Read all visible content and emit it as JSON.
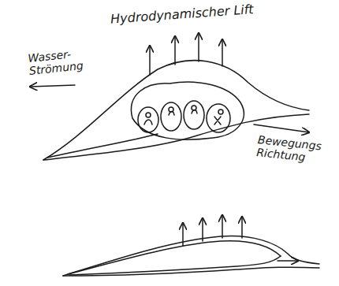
{
  "diagram": {
    "labels": [
      "Hydrodynamischer Lift",
      "Wasser- Strömung",
      "Bewegungs Richtung"
    ]
  }
}
